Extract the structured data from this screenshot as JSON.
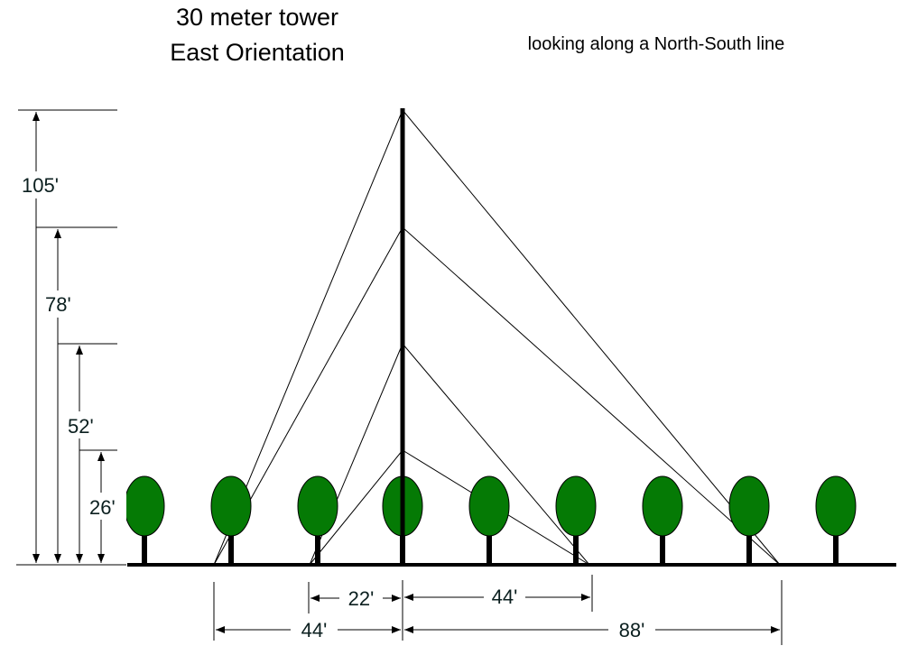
{
  "title_line1": "30 meter tower",
  "title_line2": "East Orientation",
  "subtitle": "looking along a North-South line",
  "heights": [
    "105'",
    "78'",
    "52'",
    "26'"
  ],
  "distances": {
    "left_near": "22'",
    "right_near": "44'",
    "left_far": "44'",
    "right_far": "88'"
  },
  "colors": {
    "tree": "#057a05",
    "line": "#000000"
  }
}
